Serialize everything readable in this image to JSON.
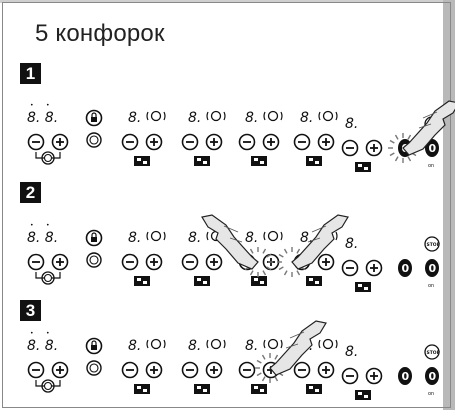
{
  "title": "5 конфорок",
  "steps": [
    {
      "number": "1"
    },
    {
      "number": "2"
    },
    {
      "number": "3"
    }
  ],
  "panel": {
    "double_display": "8. 8.",
    "zone_display": "8.",
    "minus_symbol": "−",
    "plus_symbol": "+",
    "stop_label": "STOP",
    "power_symbol": "0"
  },
  "icons": [
    "lock-icon",
    "double-ring-icon",
    "timer-icon",
    "burner-position-icon",
    "pointing-hand-icon",
    "touch-highlight-icon",
    "power-button-icon",
    "stop-button-icon"
  ],
  "colors": {
    "background": "#ffffff",
    "ink": "#111111",
    "hand_fill": "#e6e6e6",
    "border_gray": "#b9b9b9"
  }
}
